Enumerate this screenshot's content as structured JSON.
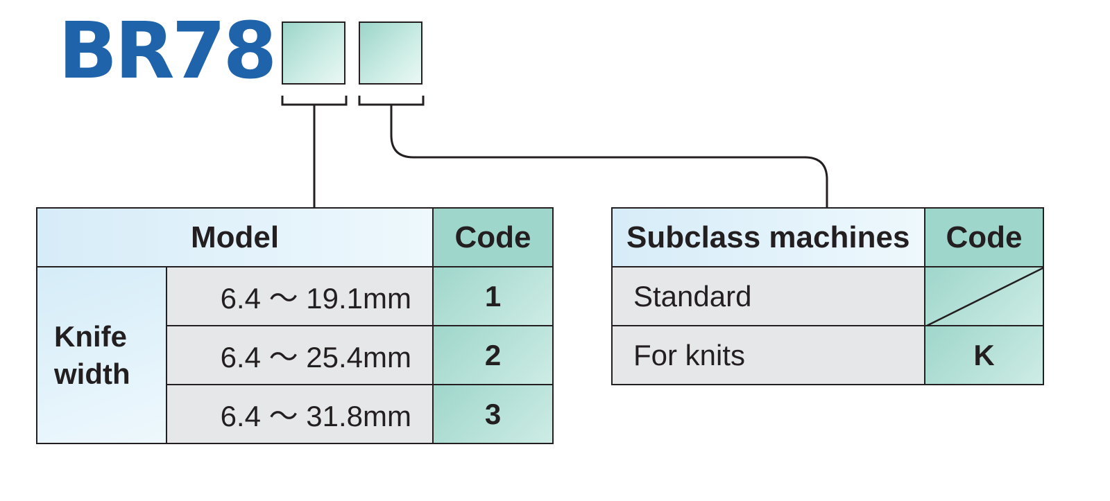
{
  "title": {
    "model_code": "BR78"
  },
  "model_table": {
    "header_model": "Model",
    "header_code": "Code",
    "group_label_line1": "Knife",
    "group_label_line2": "width",
    "rows": [
      {
        "range": "6.4 ～ 19.1mm",
        "code": "1"
      },
      {
        "range": "6.4 ～ 25.4mm",
        "code": "2"
      },
      {
        "range": "6.4 ～ 31.8mm",
        "code": "3"
      }
    ]
  },
  "subclass_table": {
    "header_label": "Subclass machines",
    "header_code": "Code",
    "rows": [
      {
        "label": "Standard",
        "code": ""
      },
      {
        "label": "For knits",
        "code": "K"
      }
    ]
  },
  "colors": {
    "brand_blue": "#1f63ab",
    "code_teal": "#9fd6cb",
    "header_light_blue": "#d6ecf8",
    "cell_gray": "#e6e7e8"
  }
}
